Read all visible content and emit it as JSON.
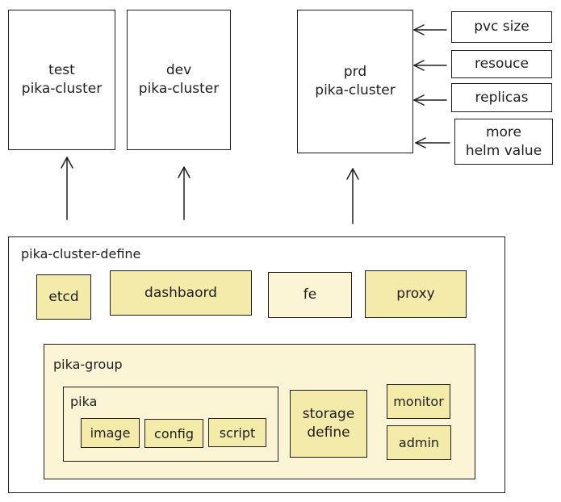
{
  "clusters": {
    "test": [
      "test",
      "pika-cluster"
    ],
    "dev": [
      "dev",
      "pika-cluster"
    ],
    "prd": [
      "prd",
      "pika-cluster"
    ]
  },
  "helm_options": {
    "pvc_size": "pvc size",
    "resouce": "resouce",
    "replicas": "replicas",
    "more_helm_value": [
      "more",
      "helm value"
    ]
  },
  "cluster_define": {
    "title": "pika-cluster-define",
    "etcd": "etcd",
    "dashboard": "dashbaord",
    "fe": "fe",
    "proxy": "proxy"
  },
  "pika_group": {
    "title": "pika-group",
    "pika": {
      "title": "pika",
      "image": "image",
      "config": "config",
      "script": "script"
    },
    "storage_define": [
      "storage",
      "define"
    ],
    "monitor": "monitor",
    "admin": "admin"
  }
}
